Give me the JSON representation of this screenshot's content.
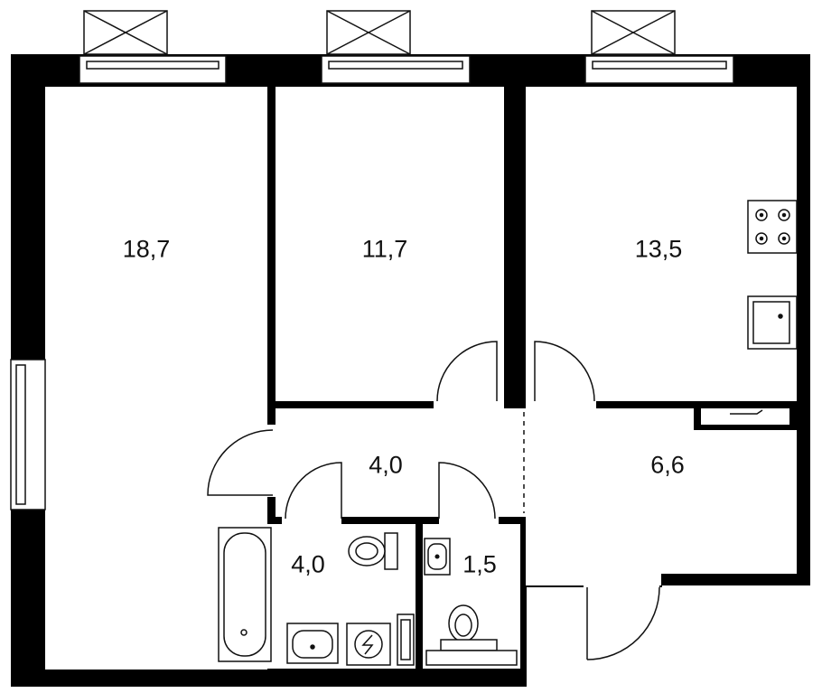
{
  "plan": {
    "colors": {
      "wall": "#000000",
      "fill": "#ffffff",
      "line": "#111111"
    },
    "rooms": [
      {
        "id": "room-left",
        "area": "18,7"
      },
      {
        "id": "room-middle",
        "area": "11,7"
      },
      {
        "id": "room-kitchen",
        "area": "13,5"
      },
      {
        "id": "corridor",
        "area": "4,0"
      },
      {
        "id": "hall",
        "area": "6,6"
      },
      {
        "id": "bathroom",
        "area": "4,0"
      },
      {
        "id": "wc",
        "area": "1,5"
      }
    ]
  }
}
